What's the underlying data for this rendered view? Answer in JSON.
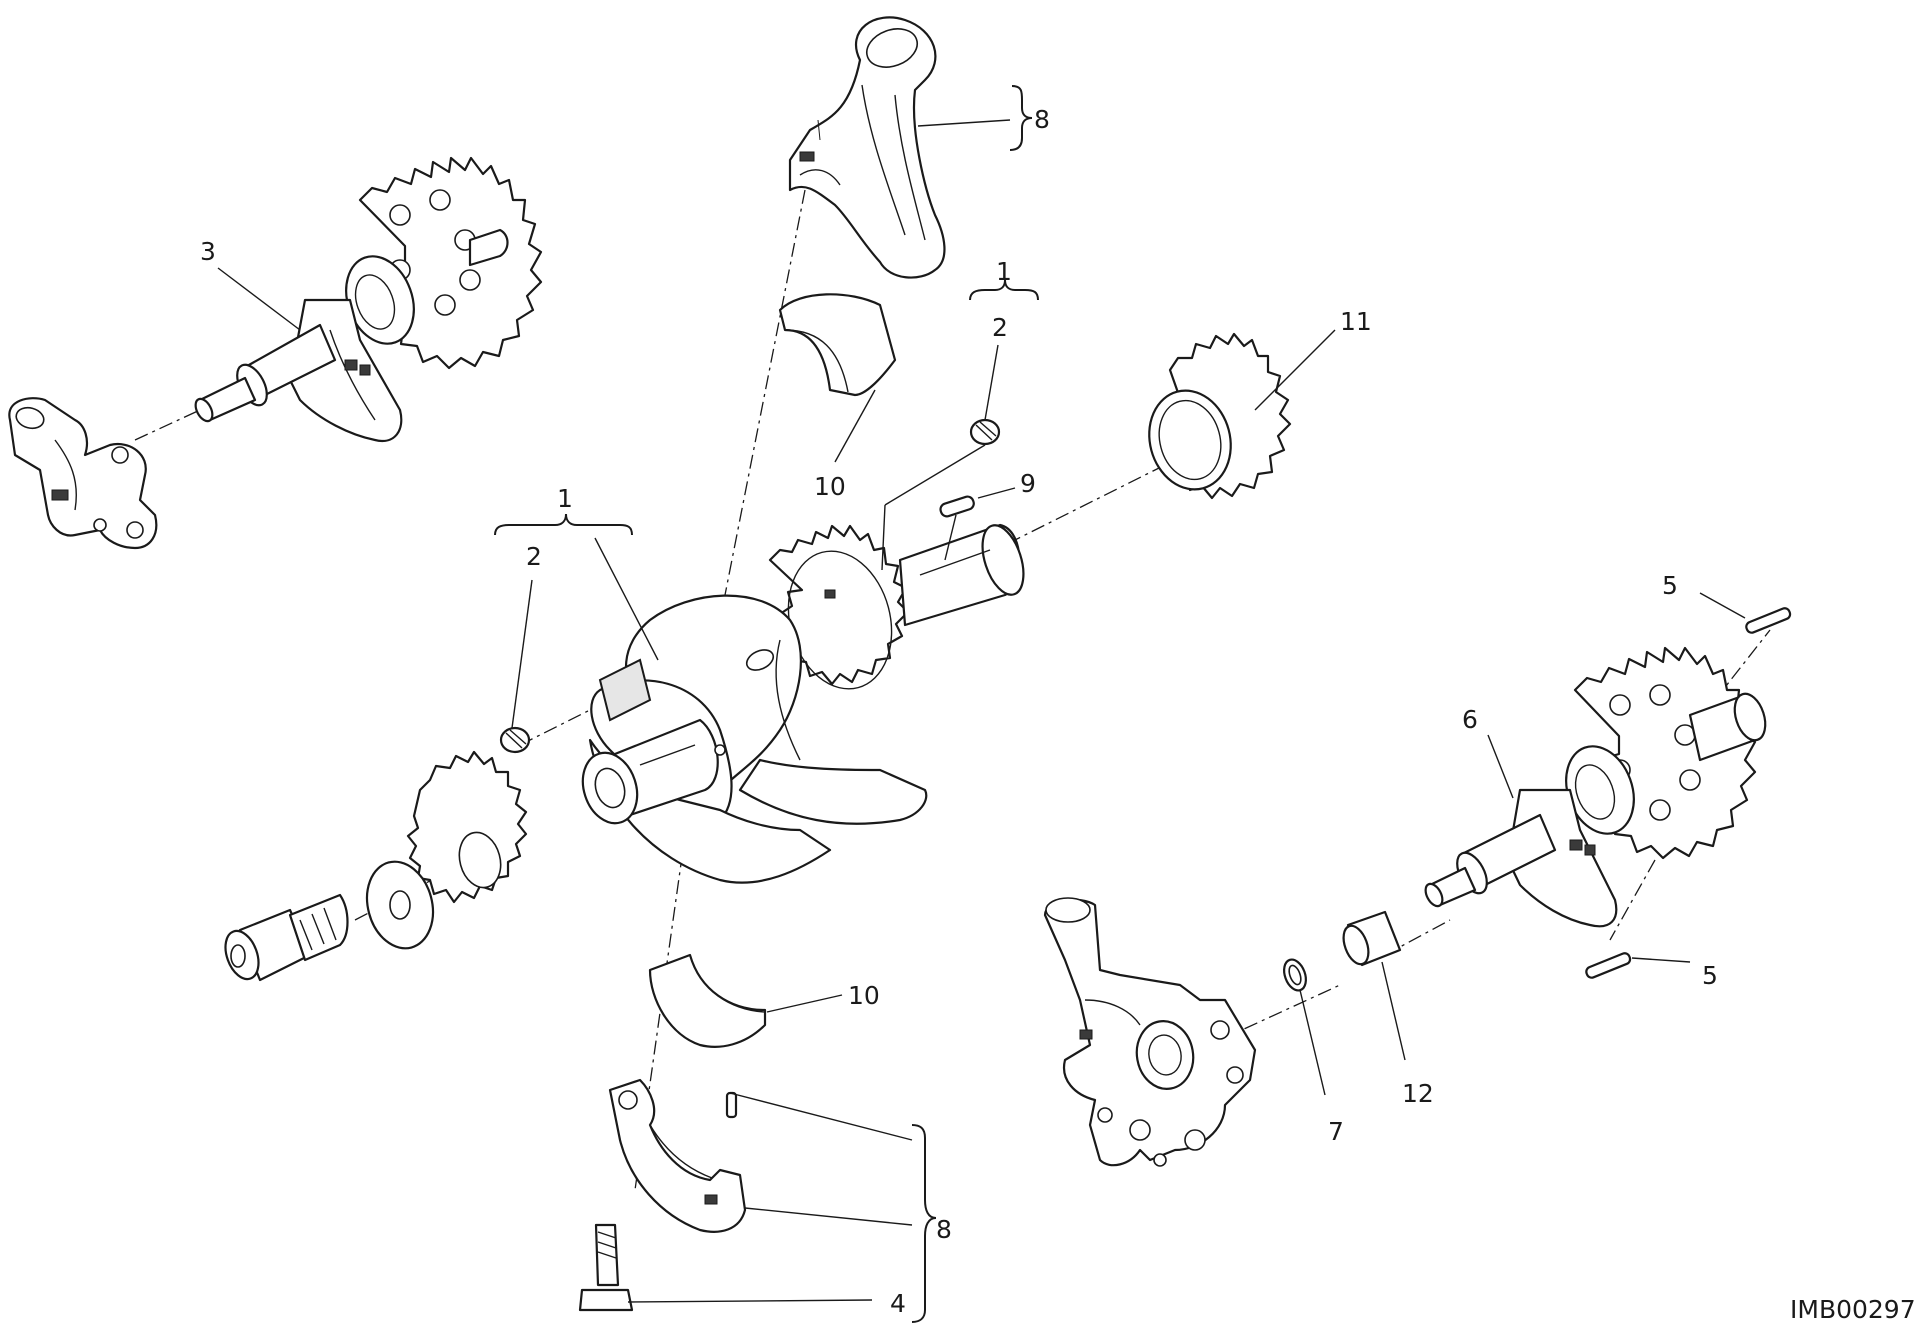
{
  "figure": {
    "reference_code": "IMB00297"
  },
  "callouts": {
    "conrod_top": "8",
    "balance_shaft_left": "3",
    "kit_right_bracket": "1",
    "plug_right": "2",
    "gear_right": "11",
    "key_right": "9",
    "bearing_top": "10",
    "kit_left_bracket": "1",
    "plug_left": "2",
    "pin_top": "5",
    "balance_shaft_right": "6",
    "pin_bottom": "5",
    "bearing_bottom": "10",
    "conrod_cap": "8",
    "bolt": "4",
    "o_ring": "7",
    "bushing": "12"
  }
}
